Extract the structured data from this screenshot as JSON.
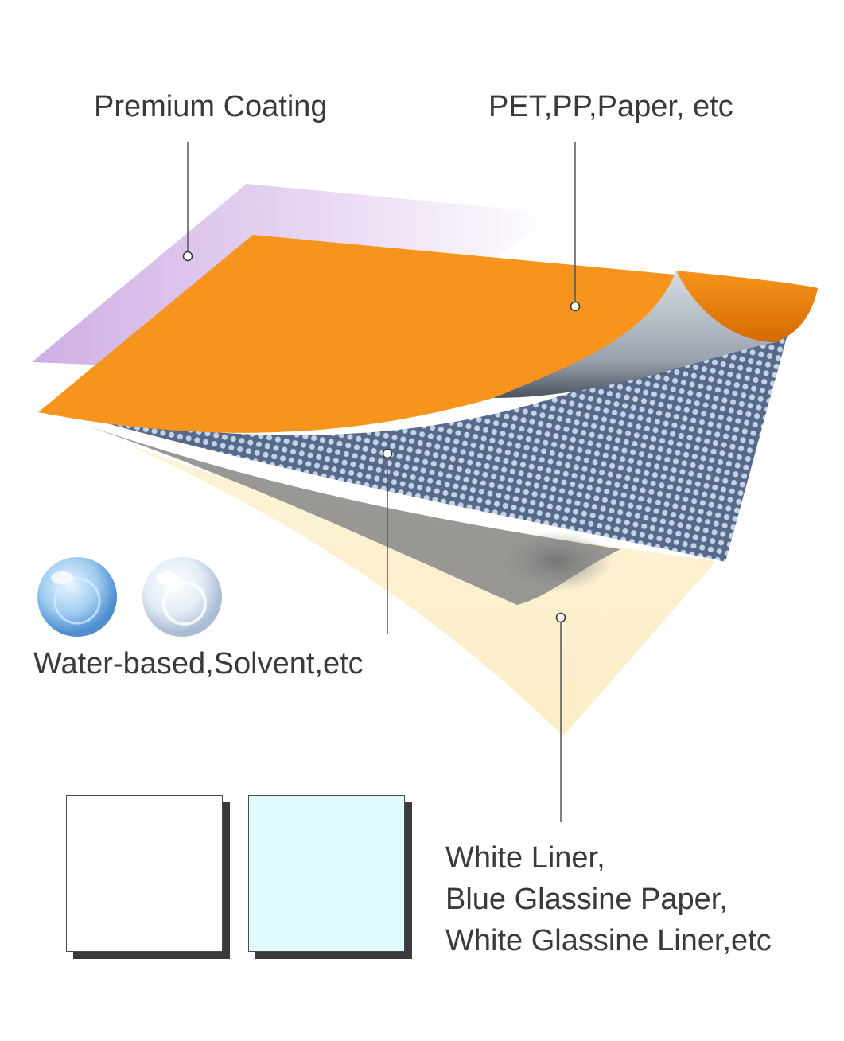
{
  "labels": {
    "coating": "Premium Coating",
    "facestock": "PET,PP,Paper, etc",
    "adhesive": "Water-based,Solvent,etc",
    "liner_lines": [
      "White Liner,",
      "Blue Glassine Paper,",
      "White Glassine Liner,etc"
    ]
  },
  "colors": {
    "coating": "#c8a5e0",
    "facestock": "#f7941d",
    "adhesive_dots": "#5a6d8e",
    "liner": "#fbeec9",
    "swatch_white": "#ffffff",
    "swatch_blue": "#dffbfd",
    "text": "#3a3a3a"
  },
  "swatches": [
    {
      "name": "white-liner-swatch",
      "color": "#ffffff"
    },
    {
      "name": "blue-glassine-swatch",
      "color": "#dffbfd"
    }
  ],
  "icons": [
    "water-droplet-icon",
    "solvent-droplet-icon"
  ]
}
